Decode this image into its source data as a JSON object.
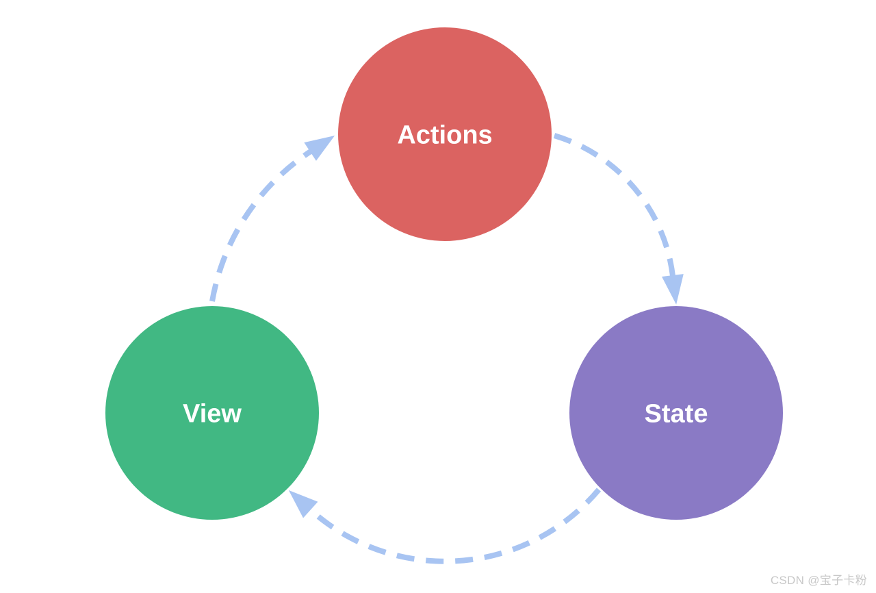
{
  "diagram": {
    "type": "cycle-flow-diagram",
    "nodes": [
      {
        "id": "actions",
        "label": "Actions",
        "color": "#db6361"
      },
      {
        "id": "view",
        "label": "View",
        "color": "#41b883"
      },
      {
        "id": "state",
        "label": "State",
        "color": "#8a7ac5"
      }
    ],
    "edges": [
      {
        "from": "view",
        "to": "actions"
      },
      {
        "from": "actions",
        "to": "state"
      },
      {
        "from": "state",
        "to": "view"
      }
    ],
    "edge_color": "#a8c4f2",
    "label_color": "#ffffff"
  },
  "watermark": {
    "text": "CSDN @宝子卡粉",
    "color": "#c8c8c8"
  }
}
